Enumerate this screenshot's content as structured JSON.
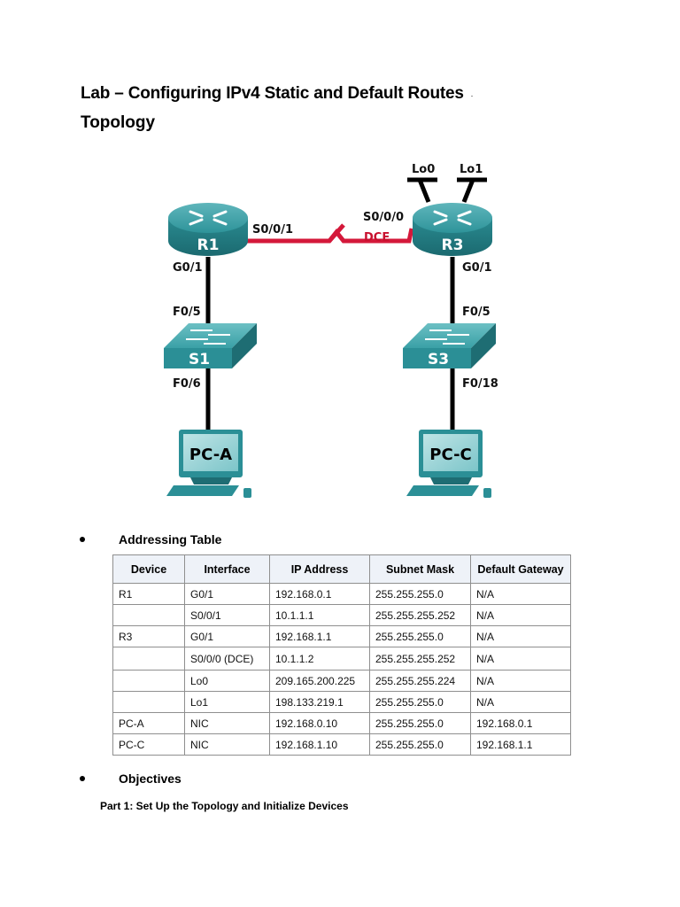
{
  "title": "Lab – Configuring IPv4 Static and Default Routes",
  "title_mark": ".",
  "subtitle": "Topology",
  "topology": {
    "routers": [
      {
        "name": "R1",
        "iface_serial": "S0/0/1",
        "iface_lan": "G0/1"
      },
      {
        "name": "R3",
        "iface_serial": "S0/0/0",
        "iface_lan": "G0/1",
        "dce": "DCE",
        "loopbacks": [
          "Lo0",
          "Lo1"
        ]
      }
    ],
    "switches": [
      {
        "name": "S1",
        "up_port": "F0/5",
        "down_port": "F0/6"
      },
      {
        "name": "S3",
        "up_port": "F0/5",
        "down_port": "F0/18"
      }
    ],
    "pcs": [
      {
        "name": "PC-A"
      },
      {
        "name": "PC-C"
      }
    ],
    "colors": {
      "device": "#2b8f96",
      "device_dark": "#1e6d73",
      "serial_link": "#d4183a",
      "ethernet_link": "#000000",
      "dce_text": "#c8102e"
    }
  },
  "addressing": {
    "heading": "Addressing Table",
    "columns": [
      "Device",
      "Interface",
      "IP Address",
      "Subnet Mask",
      "Default Gateway"
    ],
    "rows": [
      [
        "R1",
        "G0/1",
        "192.168.0.1",
        "255.255.255.0",
        "N/A"
      ],
      [
        "",
        "S0/0/1",
        "10.1.1.1",
        "255.255.255.252",
        "N/A"
      ],
      [
        "R3",
        "G0/1",
        "192.168.1.1",
        "255.255.255.0",
        "N/A"
      ],
      [
        "",
        "S0/0/0 (DCE)",
        "10.1.1.2",
        "255.255.255.252",
        "N/A"
      ],
      [
        "",
        "Lo0",
        "209.165.200.225",
        "255.255.255.224",
        "N/A"
      ],
      [
        "",
        "Lo1",
        "198.133.219.1",
        "255.255.255.0",
        "N/A"
      ],
      [
        "PC-A",
        "NIC",
        "192.168.0.10",
        "255.255.255.0",
        "192.168.0.1"
      ],
      [
        "PC-C",
        "NIC",
        "192.168.1.10",
        "255.255.255.0",
        "192.168.1.1"
      ]
    ]
  },
  "objectives": {
    "heading": "Objectives",
    "part1": "Part 1: Set Up the Topology and Initialize Devices"
  }
}
